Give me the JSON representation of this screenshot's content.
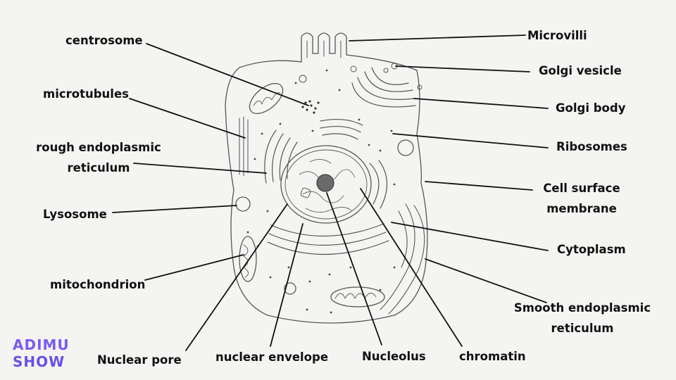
{
  "labels": {
    "centrosome": "centrosome",
    "microtubules": "microtubules",
    "rough_er_line1": "rough endoplasmic",
    "rough_er_line2": "reticulum",
    "lysosome": "Lysosome",
    "mitochondrion": "mitochondrion",
    "nuclear_pore": "Nuclear pore",
    "nuclear_envelope": "nuclear envelope",
    "nucleolus": "Nucleolus",
    "chromatin": "chromatin",
    "microvilli": "Microvilli",
    "golgi_vesicle": "Golgi vesicle",
    "golgi_body": "Golgi body",
    "ribosomes": "Ribosomes",
    "cell_surface_line1": "Cell surface",
    "cell_surface_line2": "membrane",
    "cytoplasm": "Cytoplasm",
    "smooth_er_line1": "Smooth endoplasmic",
    "smooth_er_line2": "reticulum"
  },
  "logo": {
    "line1": "ADIMU",
    "line2": "SHOW"
  },
  "colors": {
    "background": "#f4f4f2",
    "ink": "#111111",
    "pencil": "#555555",
    "logo": "#6a4fe6"
  }
}
